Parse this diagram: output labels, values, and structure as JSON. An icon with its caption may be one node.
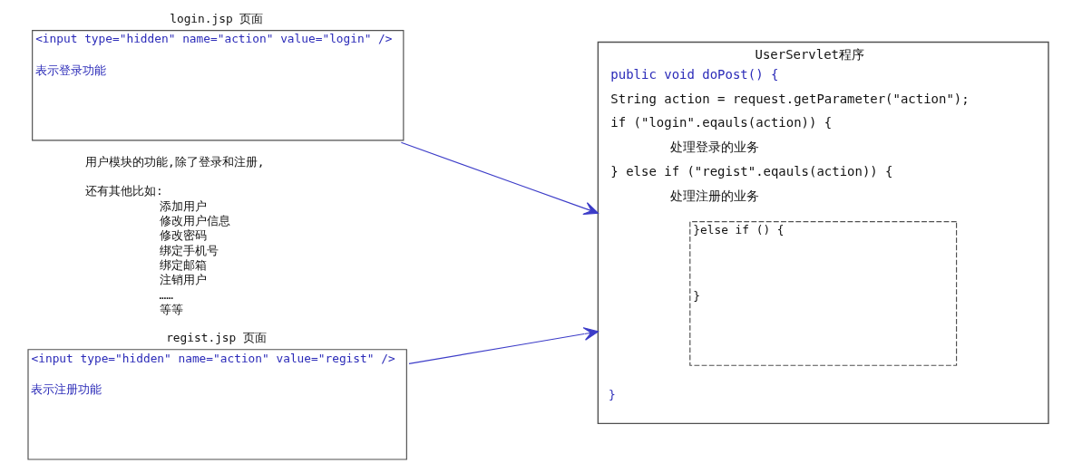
{
  "diagram": {
    "nodes": [
      {
        "text": [
          "login.jsp 页面",
          "<input type=\"hidden\" name=\"action\" value=\"login\" />",
          "表示登录功能"
        ]
      },
      {
        "text": [
          "UserServlet程序",
          "public void doPost() {",
          "String action = request.getParameter(\"action\");",
          "if (\"login\".eqauls(action)) {",
          "处理登录的业务",
          "} else if (\"regist\".eqauls(action)) {",
          "处理注册的业务",
          "}"
        ]
      },
      {
        "text": [
          "}else if () {",
          "}"
        ],
        "in": 1
      },
      {
        "text": [
          "regist.jsp 页面",
          "<input type=\"hidden\" name=\"action\" value=\"regist\" />",
          "表示注册功能"
        ]
      }
    ],
    "edges": [
      {
        "from": 0,
        "to": 1,
        "arrow": "to"
      },
      {
        "from": 3,
        "to": 1,
        "arrow": "to"
      }
    ],
    "labels": [
      "用户模块的功能,除了登录和注册,",
      "还有其他比如:",
      "添加用户",
      "修改用户信息",
      "修改密码",
      "绑定手机号",
      "绑定邮箱",
      "注销用户",
      "……",
      "等等"
    ]
  }
}
